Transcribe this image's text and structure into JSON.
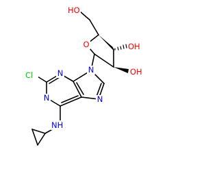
{
  "colors": {
    "bond": "#000000",
    "carbon": "#000000",
    "oxygen": "#ff0000",
    "nitrogen": "#0000ff",
    "chlorine": "#00cc00"
  },
  "labels": {
    "ho_5prime": "HO",
    "oh_3prime": "OH",
    "oh_2prime": "OH",
    "ring_oxygen": "O",
    "n9": "N",
    "n3": "N",
    "n1": "N",
    "n7": "N",
    "cl": "Cl",
    "nh": "NH"
  }
}
